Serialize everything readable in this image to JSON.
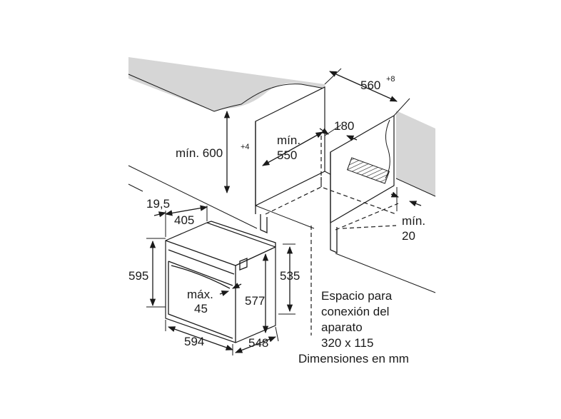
{
  "labels": {
    "worktop_depth": "560",
    "worktop_depth_tol": "+8",
    "niche_height": "mín. 600",
    "niche_height_tol": "+4",
    "niche_depth_line1": "mín.",
    "niche_depth_line2": "550",
    "back_gap": "180",
    "side_gap_line1": "mín.",
    "side_gap_line2": "20",
    "front_frame": "19,5",
    "frame_width": "405",
    "oven_height": "595",
    "body_height": "535",
    "inner_height": "577",
    "handle_line1": "máx.",
    "handle_line2": "45",
    "oven_width": "594",
    "oven_depth": "548",
    "conn_line1": "Espacio para",
    "conn_line2": "conexión del",
    "conn_line3": "aparato",
    "conn_line4": "320 x 115",
    "units": "Dimensiones en mm"
  }
}
